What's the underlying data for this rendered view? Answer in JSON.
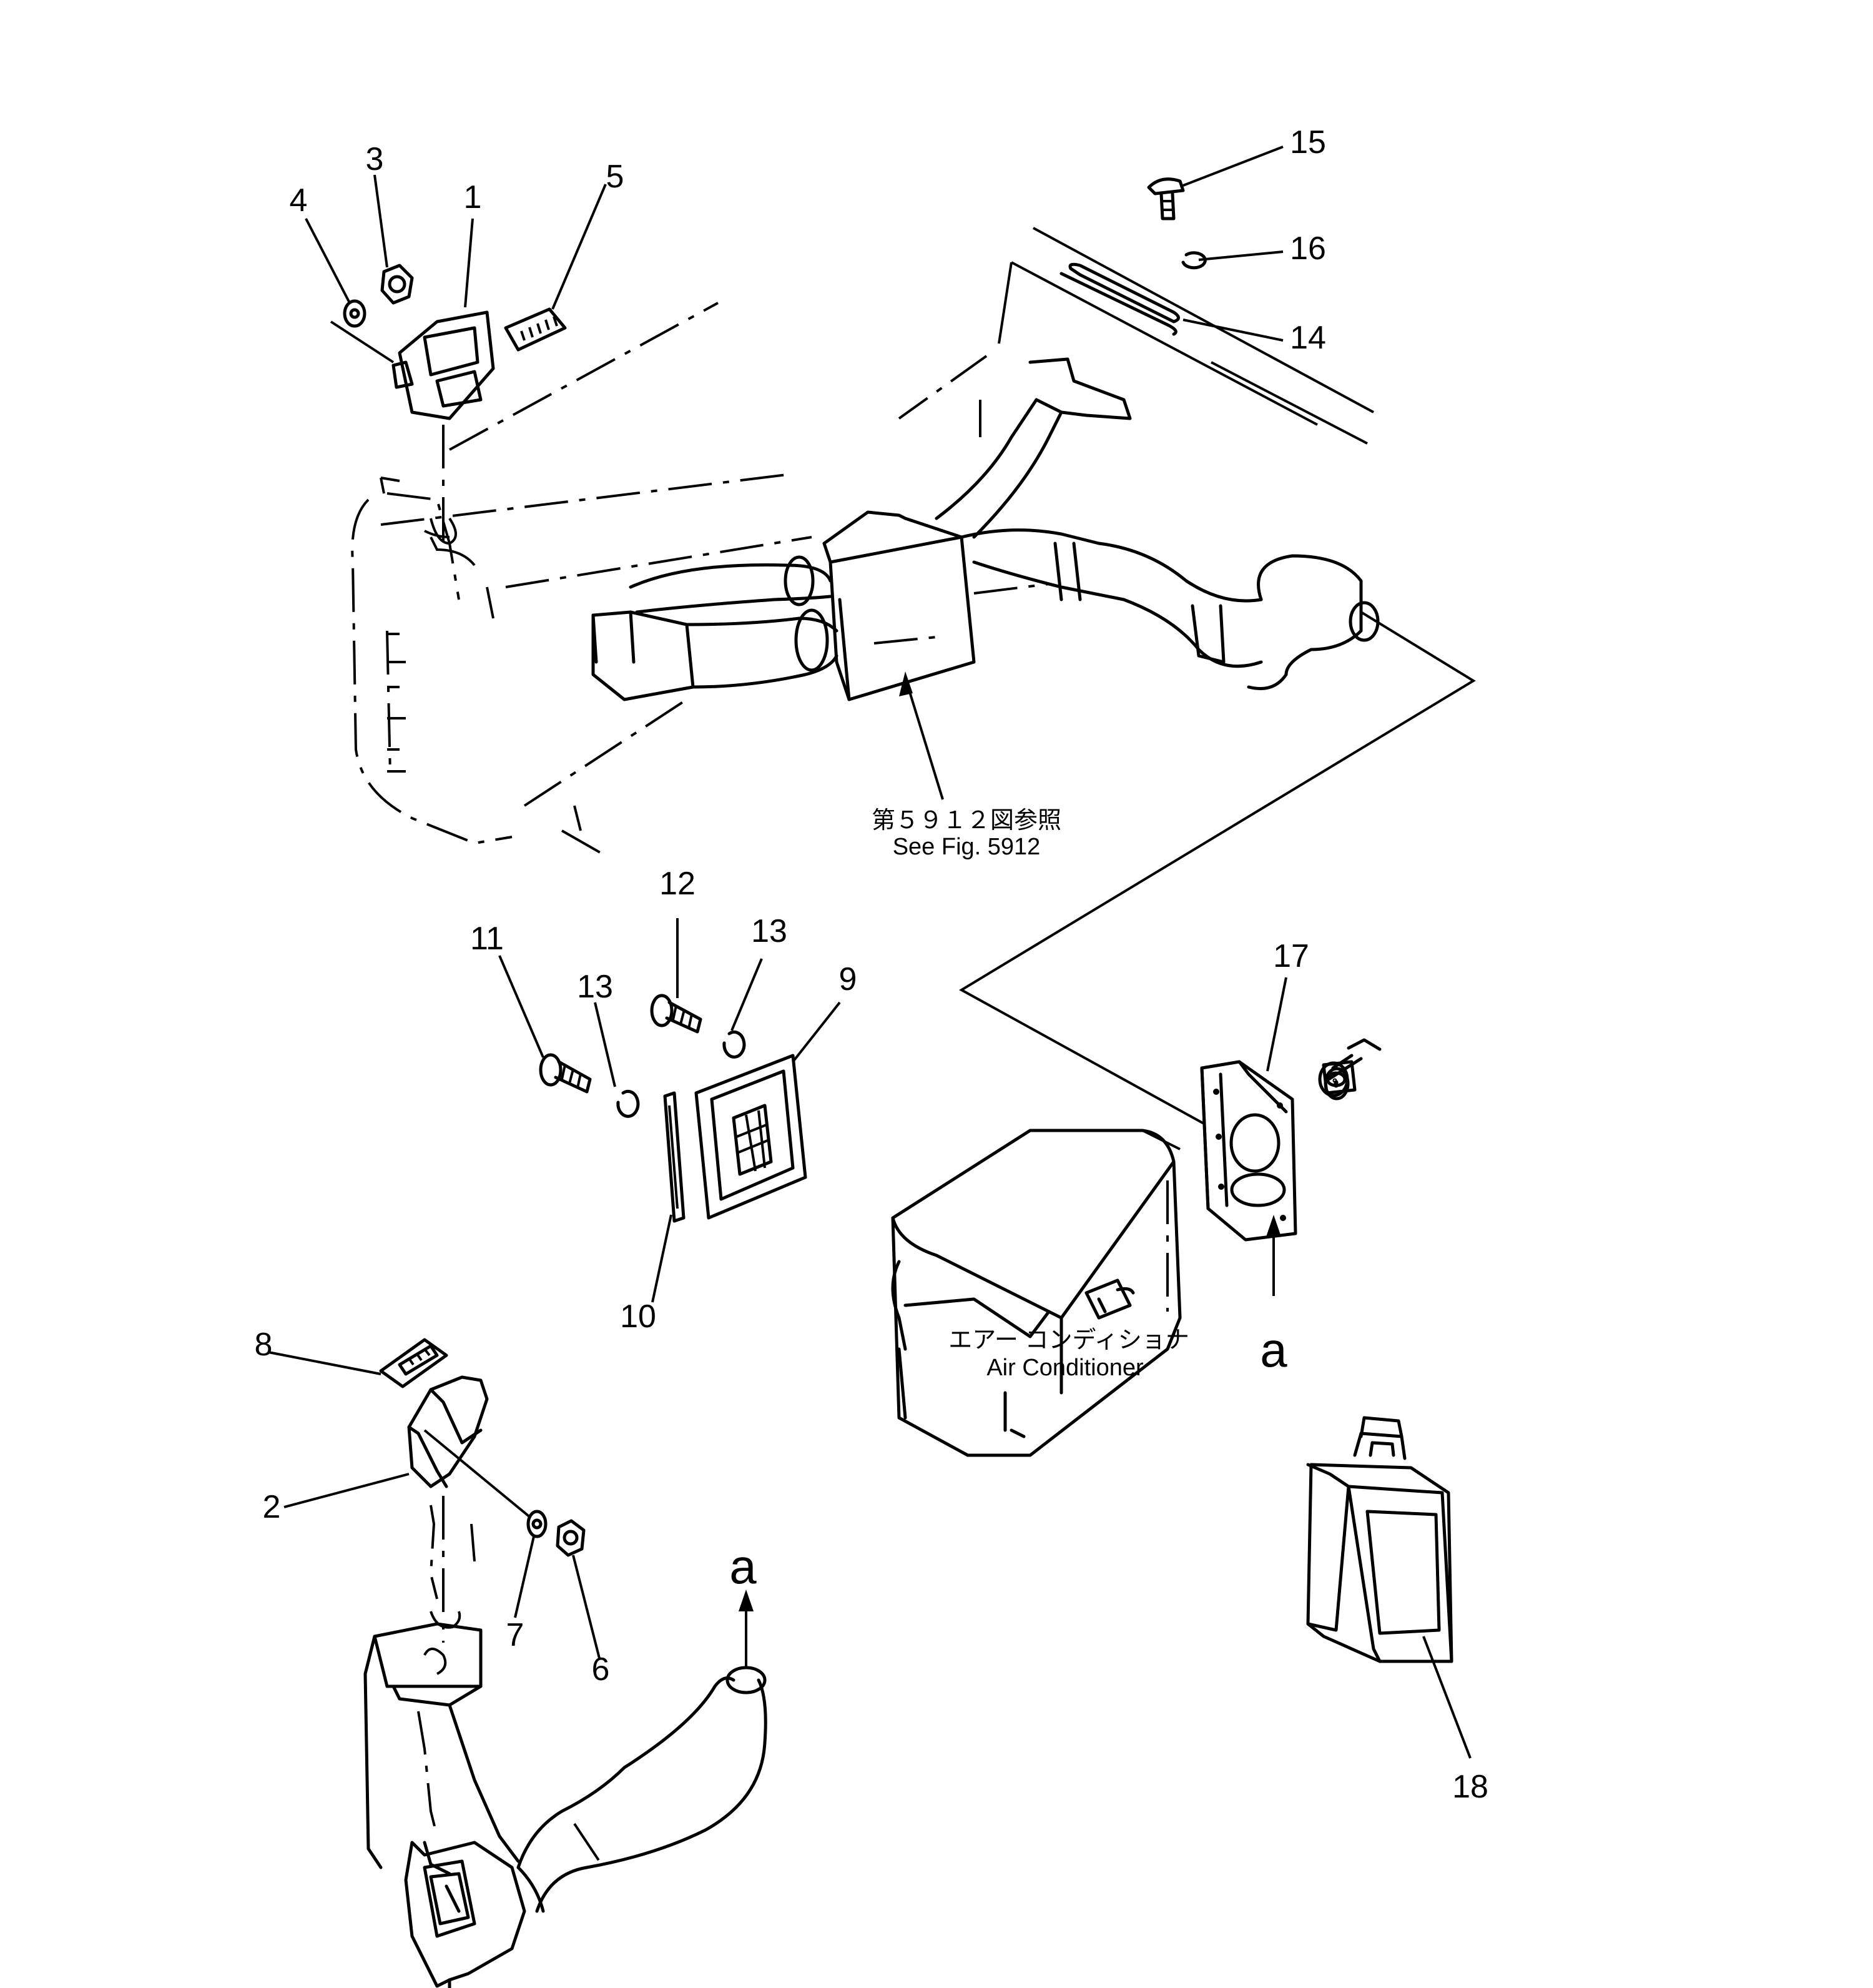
{
  "callouts": {
    "c1": "1",
    "c2": "2",
    "c3": "3",
    "c4": "4",
    "c5": "5",
    "c6": "6",
    "c7": "7",
    "c8": "8",
    "c9": "9",
    "c10": "10",
    "c11": "11",
    "c12": "12",
    "c13a": "13",
    "c13b": "13",
    "c14": "14",
    "c15": "15",
    "c16": "16",
    "c17": "17",
    "c18": "18"
  },
  "notes": {
    "fig_ref_jp": "第５９１２図参照",
    "fig_ref_en": "See Fig. 5912",
    "ac_jp": "エアー コンディショナ",
    "ac_en": "Air Conditioner"
  },
  "arrow_labels": {
    "a_right": "a",
    "a_left": "a"
  }
}
